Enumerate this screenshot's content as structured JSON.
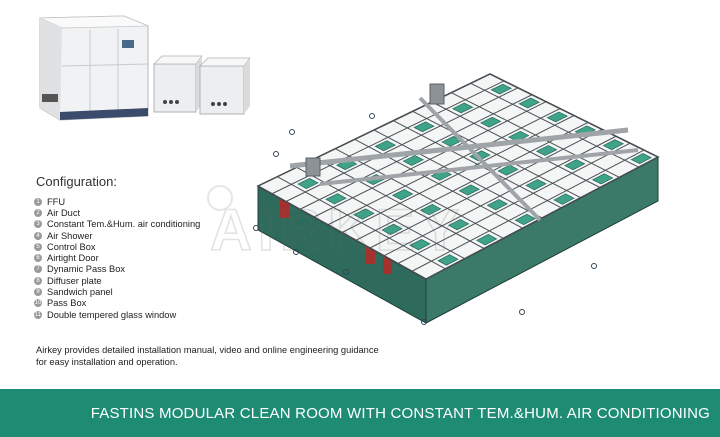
{
  "config": {
    "title": "Configuration:",
    "items": [
      {
        "num": "1",
        "label": "FFU"
      },
      {
        "num": "2",
        "label": "Air Duct"
      },
      {
        "num": "3",
        "label": "Constant Tem.&Hum. air conditioning"
      },
      {
        "num": "4",
        "label": "Air Shower"
      },
      {
        "num": "5",
        "label": "Control Box"
      },
      {
        "num": "6",
        "label": "Airtight Door"
      },
      {
        "num": "7",
        "label": "Dynamic Pass Box"
      },
      {
        "num": "8",
        "label": "Diffuser plate"
      },
      {
        "num": "9",
        "label": "Sandwich panel"
      },
      {
        "num": "10",
        "label": "Pass Box"
      },
      {
        "num": "11",
        "label": "Double tempered glass window"
      }
    ]
  },
  "note": {
    "line1": "Airkey provides detailed installation manual, video and online engineering guidance",
    "line2": "for easy installation and operation."
  },
  "watermark": {
    "text": "AIRKEY"
  },
  "banner": {
    "text": "FASTINS MODULAR  CLEAN ROOM WITH CONSTANT TEM.&HUM. AIR CONDITIONING"
  },
  "colors": {
    "banner": "#1d8c73",
    "wall": "#2f6b5c",
    "frame": "#3a3f44",
    "ffu": "#3fa38a"
  }
}
